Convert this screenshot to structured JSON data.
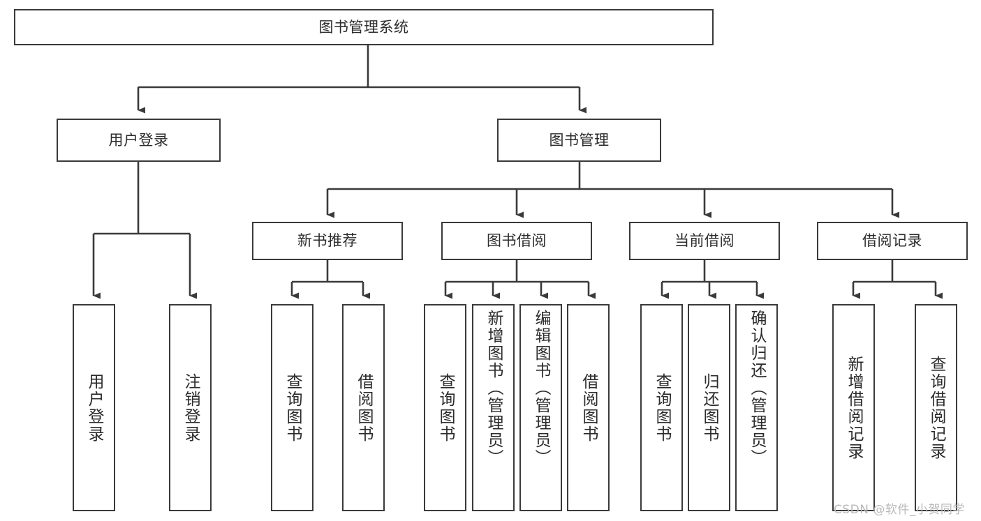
{
  "diagram": {
    "type": "tree-hierarchy",
    "title": "图书管理系统",
    "background_color": "#ffffff",
    "line_color": "#3a3a3a",
    "box_border_color": "#3a3a3a",
    "text_color": "#2b2b2b",
    "nodes": {
      "root": {
        "label": "图书管理系统",
        "level": 1,
        "orientation": "horizontal"
      },
      "level2": [
        {
          "id": "user-login",
          "label": "用户登录"
        },
        {
          "id": "book-manage",
          "label": "图书管理"
        }
      ],
      "level3": [
        {
          "id": "new-book-recommend",
          "label": "新书推荐",
          "parent": "book-manage"
        },
        {
          "id": "book-borrow",
          "label": "图书借阅",
          "parent": "book-manage"
        },
        {
          "id": "current-borrow",
          "label": "当前借阅",
          "parent": "book-manage"
        },
        {
          "id": "borrow-record",
          "label": "借阅记录",
          "parent": "book-manage"
        }
      ],
      "leaves": [
        {
          "id": "leaf-user-login",
          "label": "用户登录",
          "parent": "user-login",
          "align": "center"
        },
        {
          "id": "leaf-logout-login",
          "label": "注销登录",
          "parent": "user-login",
          "align": "center"
        },
        {
          "id": "leaf-query-book-1",
          "label": "查询图书",
          "parent": "new-book-recommend",
          "align": "center"
        },
        {
          "id": "leaf-borrow-book-1",
          "label": "借阅图书",
          "parent": "new-book-recommend",
          "align": "center"
        },
        {
          "id": "leaf-query-book-2",
          "label": "查询图书",
          "parent": "book-borrow",
          "align": "center"
        },
        {
          "id": "leaf-add-book-admin",
          "label": "新增图书（管理员）",
          "parent": "book-borrow",
          "align": "top"
        },
        {
          "id": "leaf-edit-book-admin",
          "label": "编辑图书（管理员）",
          "parent": "book-borrow",
          "align": "top"
        },
        {
          "id": "leaf-borrow-book-2",
          "label": "借阅图书",
          "parent": "book-borrow",
          "align": "center"
        },
        {
          "id": "leaf-query-book-3",
          "label": "查询图书",
          "parent": "current-borrow",
          "align": "center"
        },
        {
          "id": "leaf-return-book",
          "label": "归还图书",
          "parent": "current-borrow",
          "align": "center"
        },
        {
          "id": "leaf-confirm-return-admin",
          "label": "确认归还（管理员）",
          "parent": "current-borrow",
          "align": "top"
        },
        {
          "id": "leaf-add-borrow-record",
          "label": "新增借阅记录",
          "parent": "borrow-record",
          "align": "center"
        },
        {
          "id": "leaf-query-borrow-record",
          "label": "查询借阅记录",
          "parent": "borrow-record",
          "align": "center"
        }
      ]
    }
  },
  "watermark": {
    "text": "CSDN @软件_小贺同学",
    "color": "#b9b9b9"
  }
}
